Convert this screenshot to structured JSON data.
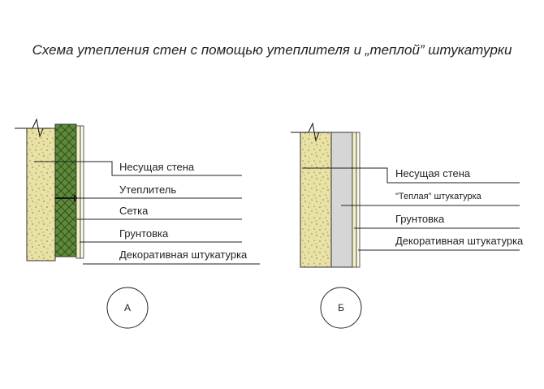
{
  "title": "Схема утепления стен с помощью утеплителя и „теплой” штукатурки",
  "diagram_a": {
    "id_label": "А",
    "labels": [
      "Несущая стена",
      "Утеплитель",
      "Сетка",
      "Грунтовка",
      "Декоративная штукатурка"
    ]
  },
  "diagram_b": {
    "id_label": "Б",
    "labels": [
      "Несущая стена",
      "\"Теплая\" штукатурка",
      "Грунтовка",
      "Декоративная штукатурка"
    ]
  },
  "colors": {
    "wall_fill": "#e9e2a6",
    "insulation_fill": "#5e8a3a",
    "warm_plaster_fill": "#d6d6d6",
    "primer_fill": "#f3f0c8",
    "decor_fill": "#fdfbe9",
    "line": "#222222"
  }
}
